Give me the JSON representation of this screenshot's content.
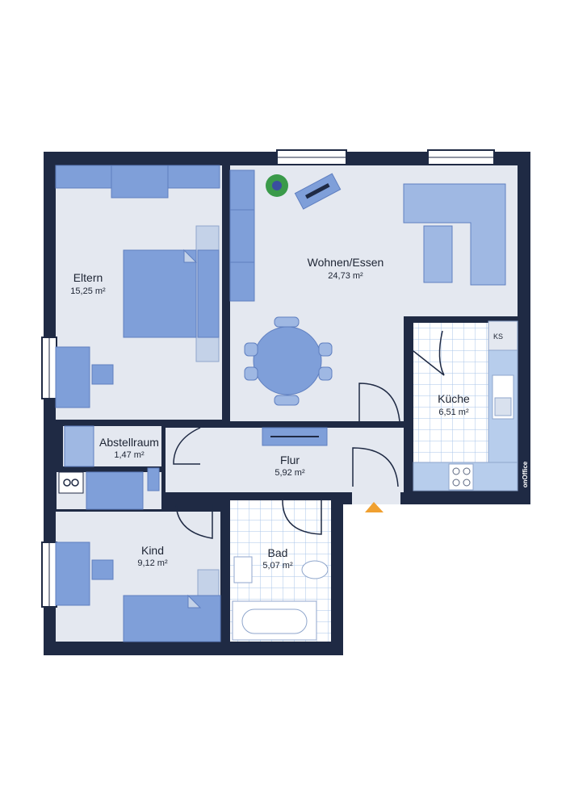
{
  "plan": {
    "colors": {
      "wall": "#1f2a44",
      "floor": "#e4e8f0",
      "furniture": "#7f9fd9",
      "furniture_dark": "#5f7fc0",
      "tile": "#ffffff",
      "tile_line": "#a9c4ea",
      "entrance": "#f0a030"
    },
    "rooms": [
      {
        "id": "eltern",
        "name": "Eltern",
        "area": "15,25 m²"
      },
      {
        "id": "wohnen",
        "name": "Wohnen/Essen",
        "area": "24,73 m²"
      },
      {
        "id": "kueche",
        "name": "Küche",
        "area": "6,51 m²"
      },
      {
        "id": "abstell",
        "name": "Abstellraum",
        "area": "1,47 m²"
      },
      {
        "id": "flur",
        "name": "Flur",
        "area": "5,92 m²"
      },
      {
        "id": "kind",
        "name": "Kind",
        "area": "9,12 m²"
      },
      {
        "id": "bad",
        "name": "Bad",
        "area": "5,07 m²"
      }
    ],
    "fridge_label": "KS",
    "logo_text": "onOffice"
  }
}
